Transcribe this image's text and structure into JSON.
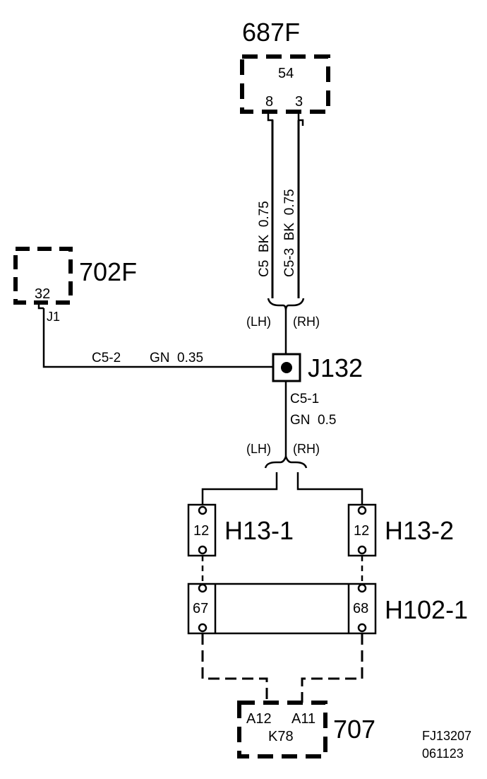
{
  "components": {
    "c687f": {
      "name": "687F",
      "number": "54",
      "pin_a": "8",
      "pin_b": "3"
    },
    "c702f": {
      "name": "702F",
      "pin": "32",
      "pin_label": "J1"
    },
    "j132": {
      "name": "J132"
    },
    "h13_1": {
      "name": "H13-1",
      "pin": "12"
    },
    "h13_2": {
      "name": "H13-2",
      "pin": "12"
    },
    "h102_1": {
      "name": "H102-1",
      "pin_left": "67",
      "pin_right": "68"
    },
    "c707": {
      "name": "707",
      "pin_a": "A12",
      "pin_b": "A11",
      "code": "K78"
    }
  },
  "wires": {
    "c5": "C5  BK  0.75",
    "c5_3": "C5-3  BK  0.75",
    "c5_2": {
      "circuit": "C5-2",
      "spec": "GN  0.35"
    },
    "c5_1": {
      "circuit": "C5-1",
      "spec": "GN  0.5"
    }
  },
  "labels": {
    "lh_top": "(LH)",
    "rh_top": "(RH)",
    "lh_bottom": "(LH)",
    "rh_bottom": "(RH)"
  },
  "footer": {
    "figure_id": "FJ13207",
    "date": "061123"
  }
}
